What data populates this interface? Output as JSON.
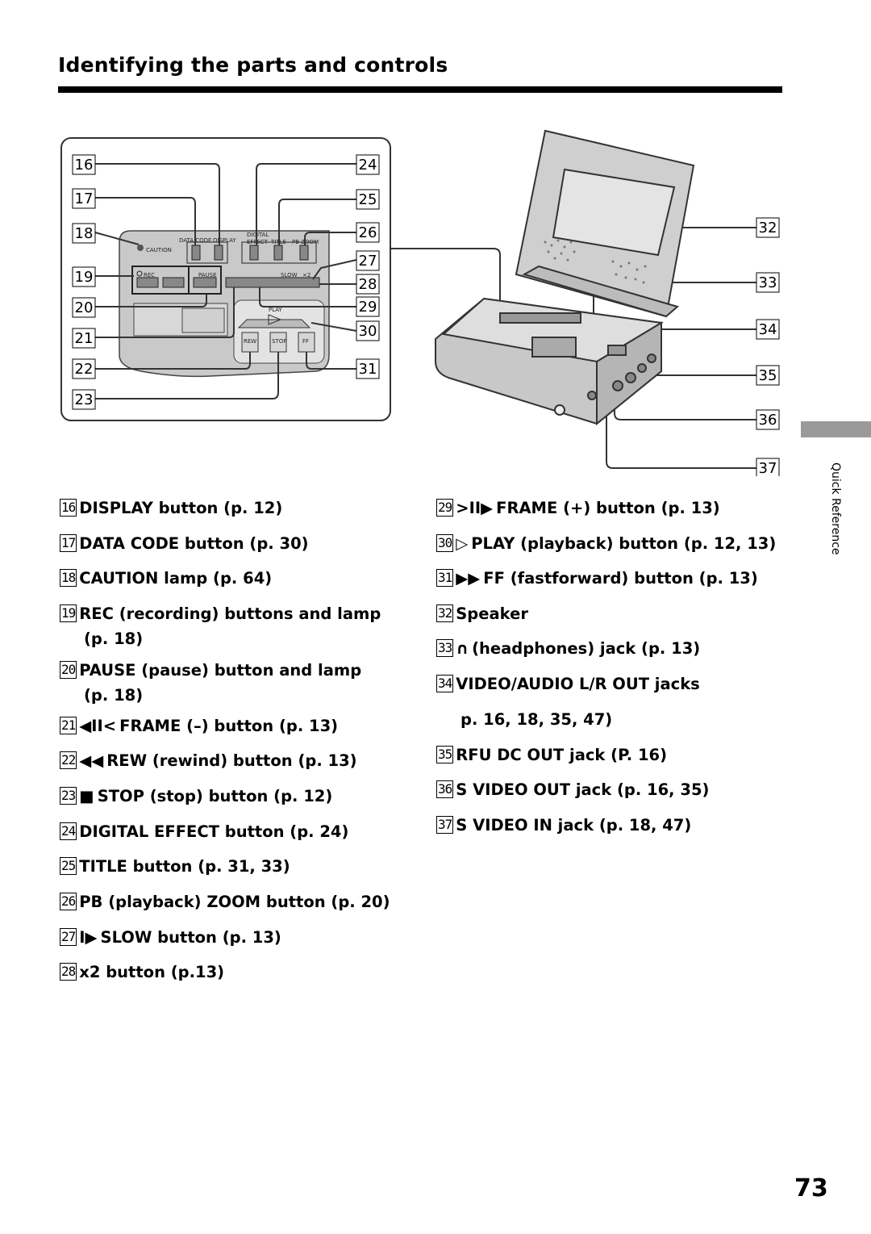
{
  "header": {
    "title": "Identifying the parts and controls"
  },
  "figure": {
    "callouts_left": [
      "16",
      "17",
      "18",
      "19",
      "20",
      "21",
      "22",
      "23"
    ],
    "callouts_mid": [
      "24",
      "25",
      "26",
      "27",
      "28",
      "29",
      "30",
      "31"
    ],
    "callouts_right": [
      "32",
      "33",
      "34",
      "35",
      "36",
      "37"
    ],
    "panel_labels": {
      "caution": "CAUTION",
      "data_code": "DATA CODE",
      "display": "DISPLAY",
      "digital_effect_1": "DIGITAL",
      "digital_effect_2": "EFFECT",
      "title": "TITLE",
      "pb_zoom": "PB ZOOM",
      "rec": "REC",
      "pause": "PAUSE",
      "slow": "SLOW",
      "x2": "×2",
      "play": "PLAY",
      "rew": "REW",
      "stop": "STOP",
      "ff": "FF"
    }
  },
  "left_list": [
    {
      "num": "16",
      "sym": "",
      "text": "DISPLAY button (p. 12)"
    },
    {
      "num": "17",
      "sym": "",
      "text": "DATA CODE button (p. 30)"
    },
    {
      "num": "18",
      "sym": "",
      "text": "CAUTION lamp (p. 64)"
    },
    {
      "num": "19",
      "sym": "",
      "text": "REC (recording) buttons and lamp",
      "cont": "(p. 18)"
    },
    {
      "num": "20",
      "sym": "",
      "text": "PAUSE (pause) button and lamp",
      "cont": "(p. 18)"
    },
    {
      "num": "21",
      "sym": "◀II<",
      "text": "FRAME (–) button (p. 13)"
    },
    {
      "num": "22",
      "sym": "◀◀",
      "text": "REW (rewind) button (p. 13)"
    },
    {
      "num": "23",
      "sym": "■",
      "text": "STOP (stop) button (p. 12)"
    },
    {
      "num": "24",
      "sym": "",
      "text": "DIGITAL EFFECT button (p. 24)"
    },
    {
      "num": "25",
      "sym": "",
      "text": "TITLE button (p. 31, 33)"
    },
    {
      "num": "26",
      "sym": "",
      "text": "PB (playback) ZOOM button (p. 20)"
    },
    {
      "num": "27",
      "sym": "I▶",
      "text": "SLOW button (p. 13)"
    },
    {
      "num": "28",
      "sym": "",
      "text": "x2 button (p.13)"
    }
  ],
  "right_list": [
    {
      "num": "29",
      "sym": ">II▶",
      "text": "FRAME (+) button (p. 13)"
    },
    {
      "num": "30",
      "sym": "▷",
      "text": "PLAY (playback) button (p. 12, 13)"
    },
    {
      "num": "31",
      "sym": "▶▶",
      "text": "FF (fastforward) button (p. 13)"
    },
    {
      "num": "32",
      "sym": "",
      "text": "Speaker"
    },
    {
      "num": "33",
      "sym": "∩",
      "text": "(headphones) jack (p. 13)"
    },
    {
      "num": "34",
      "sym": "",
      "text": "VIDEO/AUDIO L/R OUT jacks",
      "cont": "p. 16, 18, 35, 47)"
    },
    {
      "num": "35",
      "sym": "",
      "text": "RFU DC OUT jack (P. 16)"
    },
    {
      "num": "36",
      "sym": "",
      "text": "S VIDEO OUT jack  (p. 16, 35)"
    },
    {
      "num": "37",
      "sym": "",
      "text": "S VIDEO IN jack  (p. 18, 47)"
    }
  ],
  "sidebar": {
    "section_label": "Quick Reference"
  },
  "footer": {
    "page_number": "73"
  }
}
